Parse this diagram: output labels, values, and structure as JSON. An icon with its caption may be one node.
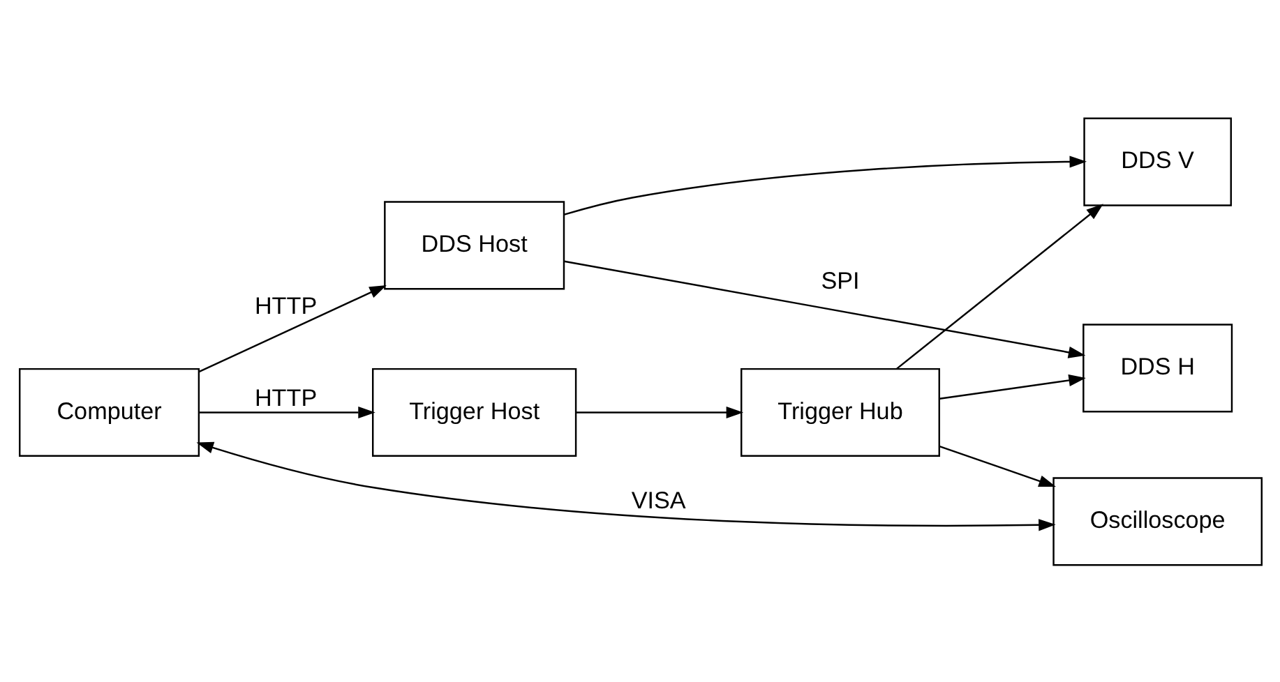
{
  "diagram": {
    "nodes": [
      {
        "text": [
          "DDS Host"
        ]
      },
      {
        "text": [
          "DDS H"
        ]
      },
      {
        "text": [
          "DDS V"
        ]
      },
      {
        "text": [
          "Computer"
        ]
      },
      {
        "text": [
          "Oscilloscope"
        ]
      },
      {
        "text": [
          "Trigger Host"
        ]
      },
      {
        "text": [
          "Trigger Hub"
        ]
      }
    ],
    "edges": [
      {
        "from": 3,
        "to": 0,
        "arrow": "to",
        "label": "HTTP"
      },
      {
        "from": 3,
        "to": 4,
        "arrow": "both",
        "label": "VISA"
      },
      {
        "from": 3,
        "to": 5,
        "arrow": "to",
        "label": "HTTP"
      },
      {
        "from": 5,
        "to": 6,
        "arrow": "to"
      },
      {
        "from": 6,
        "to": 4,
        "arrow": "to"
      },
      {
        "from": 6,
        "to": 1,
        "arrow": "to"
      },
      {
        "from": 6,
        "to": 2,
        "arrow": "to"
      },
      {
        "from": 0,
        "to": 1,
        "arrow": "to",
        "label": "SPI"
      },
      {
        "from": 0,
        "to": 2,
        "arrow": "to"
      }
    ]
  }
}
